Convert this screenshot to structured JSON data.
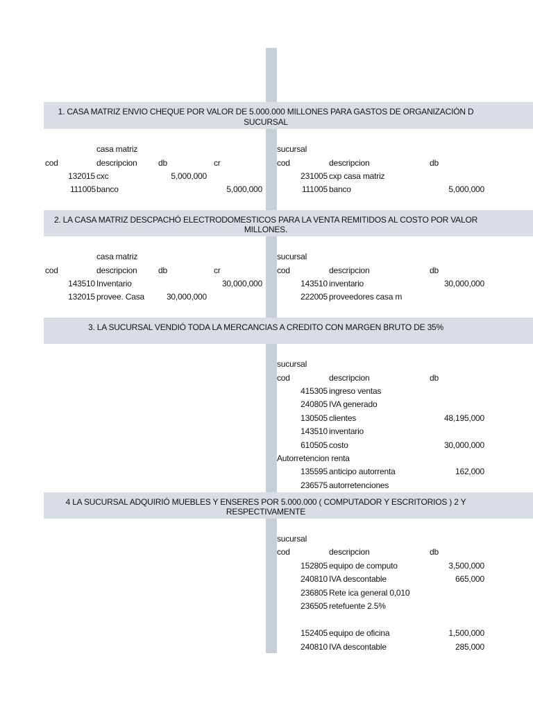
{
  "sections": [
    {
      "title_line1": "1. CASA MATRIZ ENVIO CHEQUE POR VALOR DE 5.000.000 MILLONES PARA GASTOS DE ORGANIZACIÓN D",
      "title_line2": "SUCURSAL",
      "matriz_label": "casa matriz",
      "sucursal_label": "sucursal",
      "headers": {
        "cod": "cod",
        "descripcion": "descripcion",
        "db": "db",
        "cr": "cr"
      },
      "matriz_rows": [
        {
          "cod": "132015",
          "desc": "cxc",
          "db": "5,000,000",
          "cr": ""
        },
        {
          "cod": "111005",
          "desc": "banco",
          "db": "",
          "cr": "5,000,000"
        }
      ],
      "sucursal_rows": [
        {
          "cod": "231005",
          "desc": "cxp casa matriz",
          "db": ""
        },
        {
          "cod": "111005",
          "desc": "banco",
          "db": "5,000,000"
        }
      ]
    },
    {
      "title_line1": "2. LA CASA MATRIZ DESCPACHÓ ELECTRODOMESTICOS PARA LA VENTA REMITIDOS AL COSTO POR VALOR",
      "title_line2": "MILLONES.",
      "matriz_label": "casa matriz",
      "sucursal_label": "sucursal",
      "headers": {
        "cod": "cod",
        "descripcion": "descripcion",
        "db": "db",
        "cr": "cr"
      },
      "matriz_rows": [
        {
          "cod": "143510",
          "desc": "Inventario",
          "db": "",
          "cr": "30,000,000"
        },
        {
          "cod": "132015",
          "desc": "provee. Casa",
          "db": "30,000,000",
          "cr": ""
        }
      ],
      "sucursal_rows": [
        {
          "cod": "143510",
          "desc": "inventario",
          "db": "30,000,000"
        },
        {
          "cod": "222005",
          "desc": "proveedores casa m",
          "db": ""
        }
      ]
    },
    {
      "title_line1": "3. LA SUCURSAL VENDIÓ TODA LA MERCANCIAS A CREDITO CON MARGEN BRUTO DE 35%",
      "sucursal_label": "sucursal",
      "headers": {
        "cod": "cod",
        "descripcion": "descripcion",
        "db": "db"
      },
      "sucursal_rows": [
        {
          "cod": "415305",
          "desc": "ingreso ventas",
          "db": ""
        },
        {
          "cod": "240805",
          "desc": "IVA generado",
          "db": ""
        },
        {
          "cod": "130505",
          "desc": "clientes",
          "db": "48,195,000"
        },
        {
          "cod": "143510",
          "desc": "inventario",
          "db": ""
        },
        {
          "cod": "610505",
          "desc": "costo",
          "db": "30,000,000"
        }
      ],
      "subheading": "Autorretencion renta",
      "sucursal_rows_2": [
        {
          "cod": "135595",
          "desc": "anticipo autorrenta",
          "db": "162,000"
        },
        {
          "cod": "236575",
          "desc": "autorretenciones",
          "db": ""
        }
      ]
    },
    {
      "title_line1": "4 LA SUCURSAL ADQUIRIÓ MUEBLES Y ENSERES POR 5.000.000 ( COMPUTADOR Y ESCRITORIOS ) 2 Y",
      "title_line2": "RESPECTIVAMENTE",
      "sucursal_label": "sucursal",
      "headers": {
        "cod": "cod",
        "descripcion": "descripcion",
        "db": "db"
      },
      "sucursal_rows": [
        {
          "cod": "152805",
          "desc": "equipo de computo",
          "db": "3,500,000"
        },
        {
          "cod": "240810",
          "desc": "IVA descontable",
          "db": "665,000"
        },
        {
          "cod": "236805",
          "desc": "Rete ica general 0,010",
          "db": ""
        },
        {
          "cod": "236505",
          "desc": "retefuente 2.5%",
          "db": ""
        }
      ],
      "sucursal_rows_2": [
        {
          "cod": "152405",
          "desc": "equipo de oficina",
          "db": "1,500,000"
        },
        {
          "cod": "240810",
          "desc": "IVA descontable",
          "db": "285,000"
        }
      ]
    }
  ]
}
